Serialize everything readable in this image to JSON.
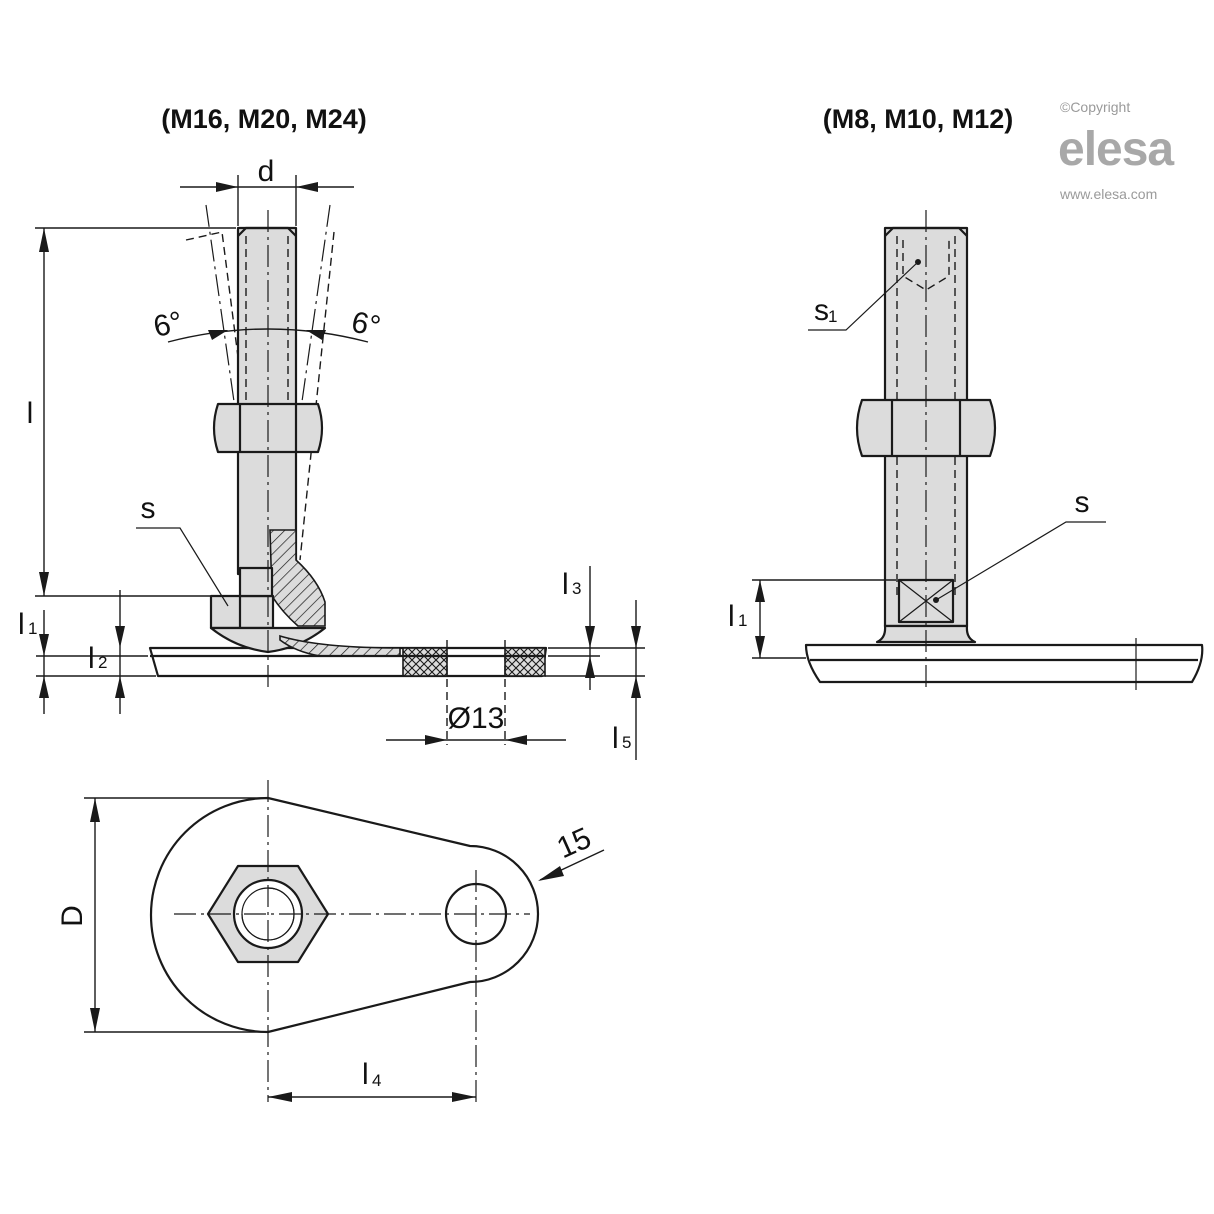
{
  "views": {
    "left_title": "(M16, M20, M24)",
    "right_title": "(M8, M10, M12)"
  },
  "labels": {
    "d": "d",
    "l": "l",
    "angle_left": "6°",
    "angle_right": "6°",
    "s_left": "s",
    "l1_left": "l",
    "l1_left_sub": "1",
    "l2": "l",
    "l2_sub": "2",
    "l3": "l",
    "l3_sub": "3",
    "l5": "l",
    "l5_sub": "5",
    "hole_dia": "Ø13",
    "s1": "s",
    "s1_sub": "1",
    "s_right": "s",
    "l1_right": "l",
    "l1_right_sub": "1",
    "D": "D",
    "l4": "l",
    "l4_sub": "4",
    "radius": "15"
  },
  "logo": {
    "copyright": "©Copyright",
    "brand": "elesa",
    "url": "www.elesa.com"
  }
}
